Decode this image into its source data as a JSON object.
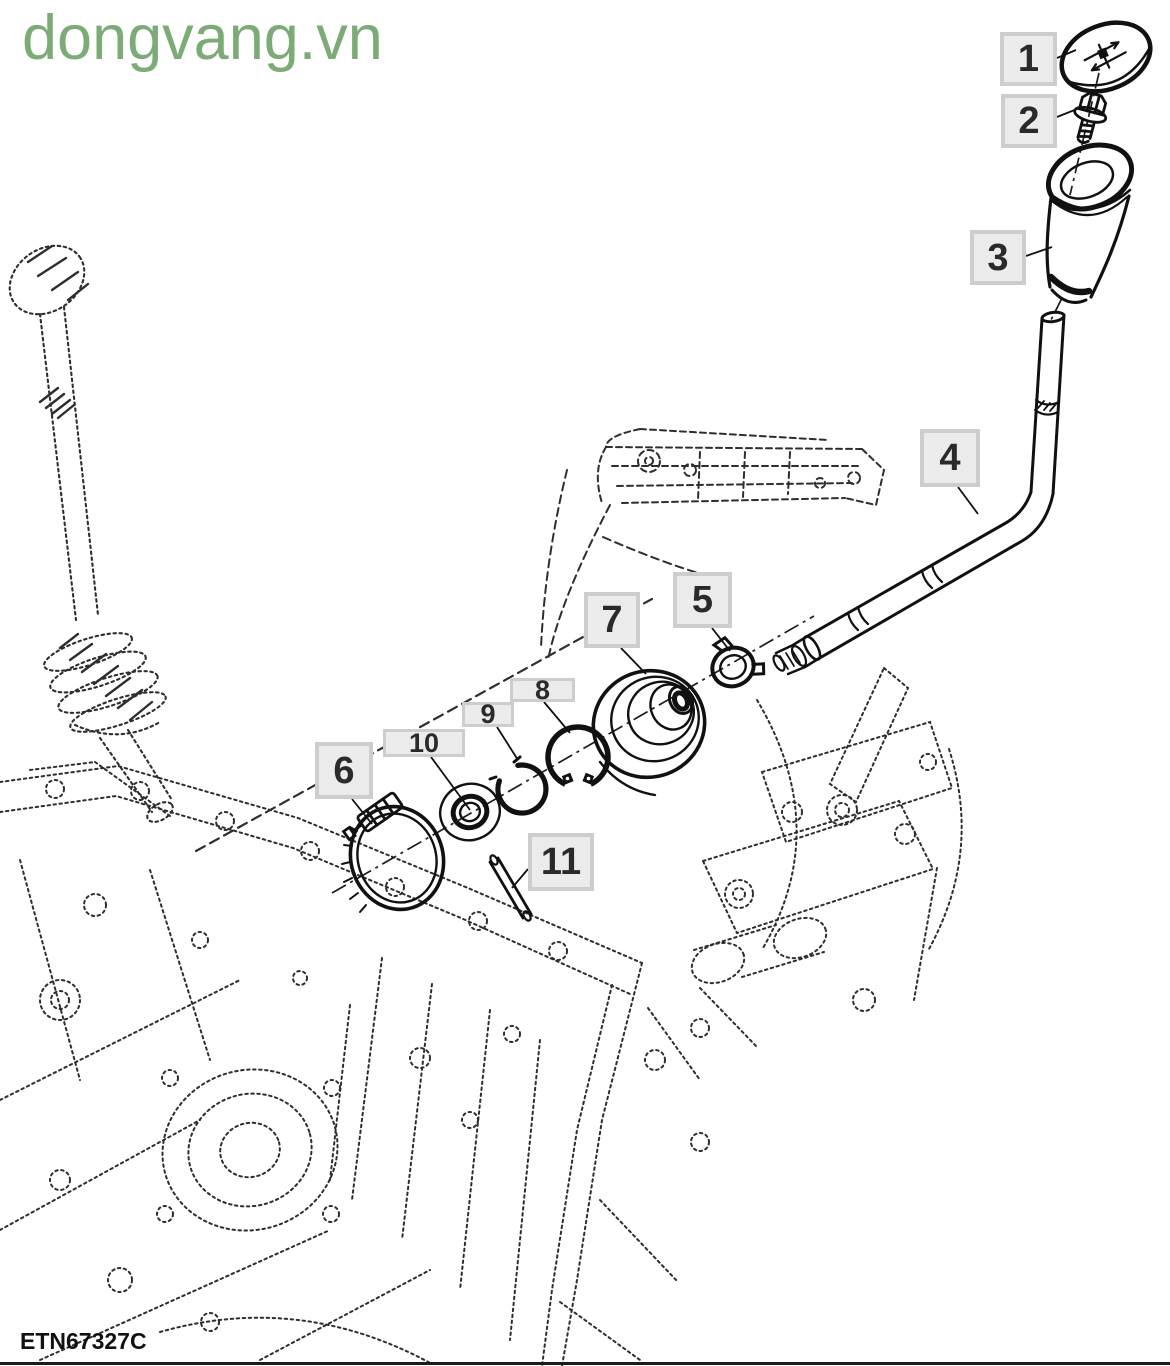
{
  "watermark": {
    "text": "dongvang.vn",
    "color": "#7cab77"
  },
  "figure_code": "ETN67327C",
  "callouts": {
    "c1": {
      "label": "1"
    },
    "c2": {
      "label": "2"
    },
    "c3": {
      "label": "3"
    },
    "c4": {
      "label": "4"
    },
    "c5": {
      "label": "5"
    },
    "c6": {
      "label": "6"
    },
    "c7": {
      "label": "7"
    },
    "c8": {
      "label": "8"
    },
    "c9": {
      "label": "9"
    },
    "c10": {
      "label": "10"
    },
    "c11": {
      "label": "11"
    }
  },
  "colors": {
    "ink": "#111111",
    "phantom": "#2e2e2e",
    "callout_fill": "#ebebeb",
    "callout_border": "#cdcdcd",
    "watermark_green": "#7cab77"
  }
}
